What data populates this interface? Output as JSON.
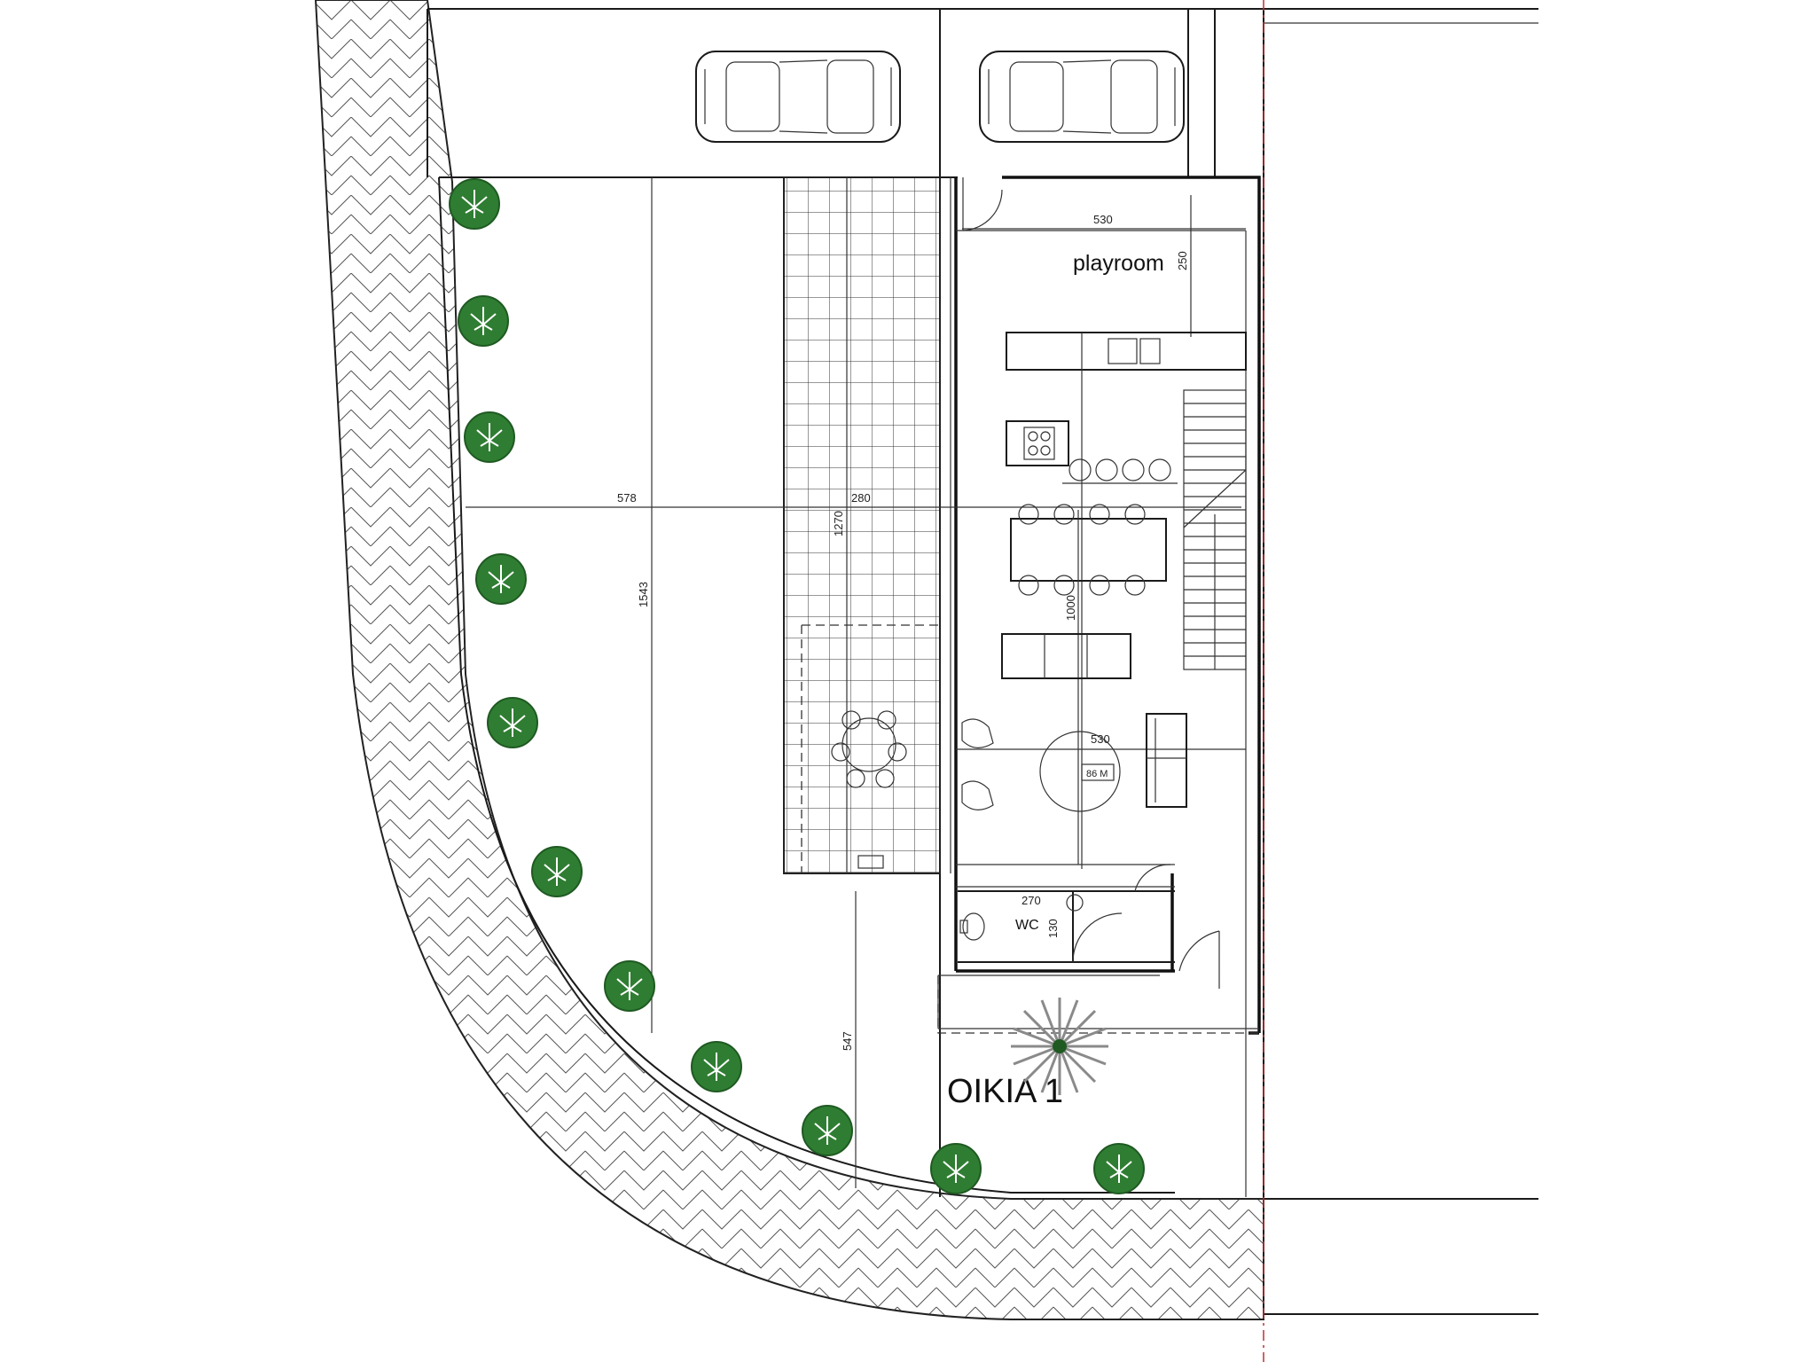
{
  "plan": {
    "title": "OIKIA 1",
    "rooms": {
      "playroom": "playroom",
      "wc": "WC"
    },
    "dimensions": {
      "d530_top": "530",
      "d250": "250",
      "d578": "578",
      "d280": "280",
      "d1270": "1270",
      "d1543": "1543",
      "d1000": "1000",
      "d530_mid": "530",
      "d270": "270",
      "d130": "130",
      "d547": "547"
    },
    "tag": "86 M"
  },
  "colors": {
    "tree": "#2f7d32",
    "lines": "#1a1a1a",
    "boundary": "#c03030"
  },
  "icons": [
    "car-icon",
    "tree-icon",
    "toilet-icon",
    "sink-icon",
    "cooktop-icon",
    "chair-icon",
    "sofa-icon",
    "door-icon",
    "stairs-icon"
  ]
}
